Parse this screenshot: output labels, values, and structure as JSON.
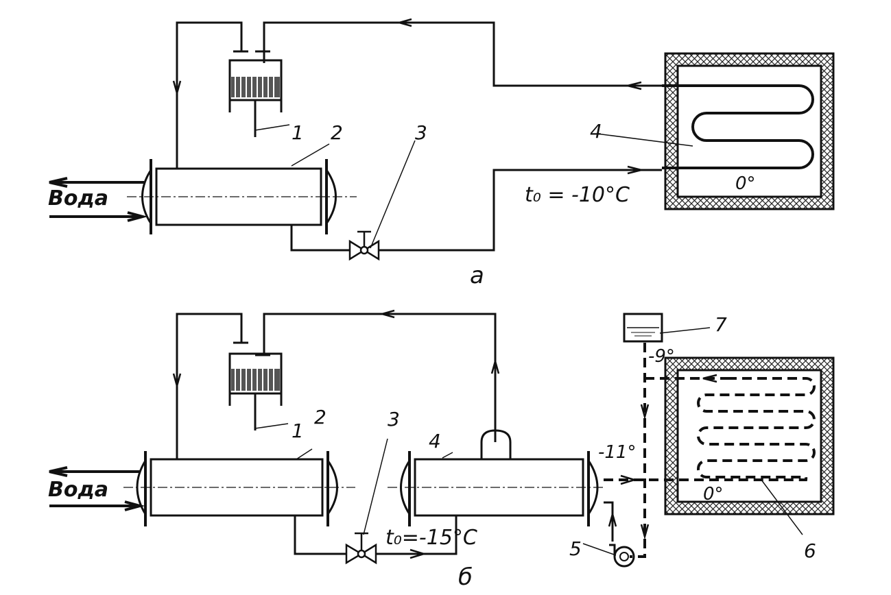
{
  "diagram_a": {
    "caption": "а",
    "water_label": "Вода",
    "evaporation_temp": "t₀ = -10°C",
    "room_temp": "0°",
    "labels": [
      "1",
      "2",
      "3",
      "4"
    ]
  },
  "diagram_b": {
    "caption": "б",
    "water_label": "Вода",
    "evaporation_temp": "t₀=-15°C",
    "brine_return_temp": "-9°",
    "brine_supply_temp": "-11°",
    "room_temp": "0°",
    "labels": [
      "1",
      "2",
      "3",
      "4",
      "5",
      "6",
      "7"
    ]
  }
}
